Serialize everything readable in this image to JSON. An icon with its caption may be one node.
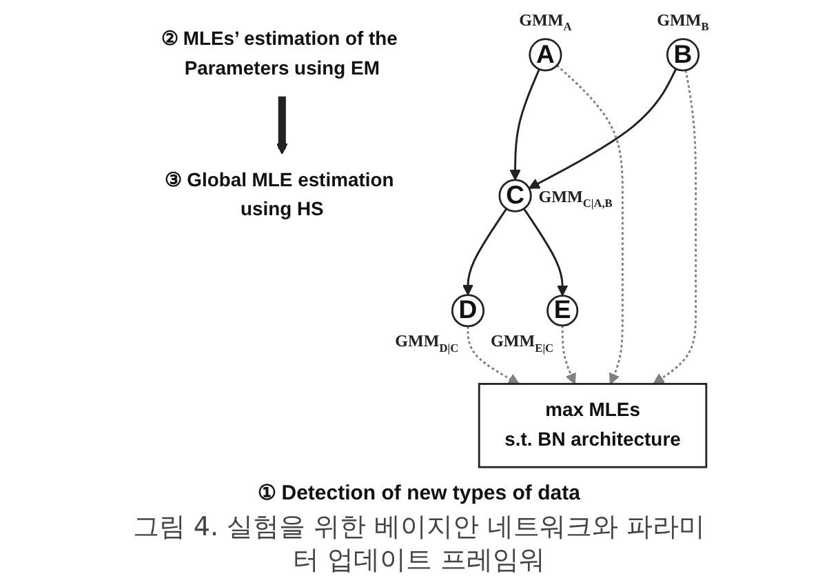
{
  "diagram": {
    "nodes": [
      {
        "text": [
          "max MLEs",
          "s.t. BN architecture"
        ]
      },
      {
        "text": [
          "A"
        ],
        "beside": [
          "GMM$_{A}$"
        ]
      },
      {
        "text": [
          "B"
        ],
        "beside": [
          "GMM$_{B}$"
        ]
      },
      {
        "text": [
          "② MLEs’ estimation of the Parameters using EM"
        ]
      },
      {
        "text": [
          "C"
        ],
        "beside": [
          "GMM$_{C|A,B}$"
        ]
      },
      {
        "text": [
          "D"
        ],
        "beside": [
          "GMM$_{D|C}$"
        ]
      },
      {
        "text": [
          "E"
        ],
        "beside": [
          "GMM$_{E|C}$"
        ]
      },
      {
        "text": [
          "③ Global MLE estimation using HS"
        ]
      }
    ],
    "edges": [
      {
        "from": 1,
        "to": 4,
        "arrow": "to"
      },
      {
        "from": 2,
        "to": 4,
        "arrow": "to"
      },
      {
        "from": 4,
        "to": 5,
        "arrow": "to"
      },
      {
        "from": 4,
        "to": 6,
        "arrow": "to"
      },
      {
        "from": 1,
        "to": 0,
        "arrow": "to",
        "style": "dashed",
        "color": "#808080"
      },
      {
        "from": 2,
        "to": 0,
        "arrow": "to",
        "style": "dashed",
        "color": "#808080"
      },
      {
        "from": 5,
        "to": 0,
        "arrow": "to",
        "style": "dashed",
        "color": "#808080"
      },
      {
        "from": 6,
        "to": 0,
        "arrow": "to",
        "style": "dashed",
        "color": "#808080"
      },
      {
        "from": 3,
        "to": 7,
        "arrow": "to",
        "style": "thick"
      }
    ],
    "labels": [
      "① Detection of new types of data"
    ],
    "caption": "그림 4. 실험을 위한 베이지안 네트워크와 파라미터 업데이트 프레임워"
  }
}
